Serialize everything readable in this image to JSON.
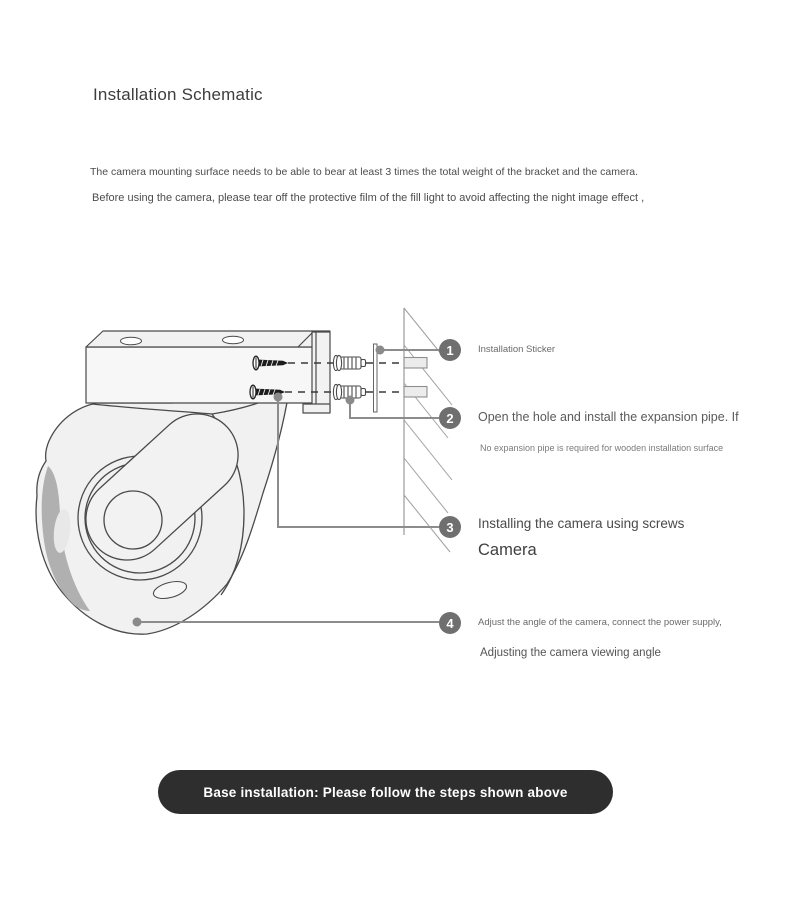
{
  "header": {
    "title": "Installation Schematic"
  },
  "notes": [
    "The camera mounting surface needs to be able to bear at least 3 times the total weight of the bracket and the camera.",
    "Before using the camera, please tear off the protective film of the fill light to avoid affecting the night image effect ,"
  ],
  "callouts": [
    {
      "number": "1",
      "label": "Installation Sticker"
    },
    {
      "number": "2",
      "label": "Open the hole and install the expansion pipe. If",
      "sublabel": "No expansion pipe is required for wooden installation surface"
    },
    {
      "number": "3",
      "label": "Installing the camera using screws",
      "sublabel": "Camera"
    },
    {
      "number": "4",
      "label": "Adjust the angle of the camera, connect the power supply,",
      "sublabel": "Adjusting the camera viewing angle"
    }
  ],
  "footer": {
    "button_label": "Base installation: Please follow the steps shown above"
  },
  "colors": {
    "button_background": "#2e2e2e",
    "callout_badge": "#6f6f6f",
    "callout_line": "#8c8c8c",
    "drawing_stroke": "#4a4a4a",
    "drawing_fill": "#f1f1f1"
  }
}
